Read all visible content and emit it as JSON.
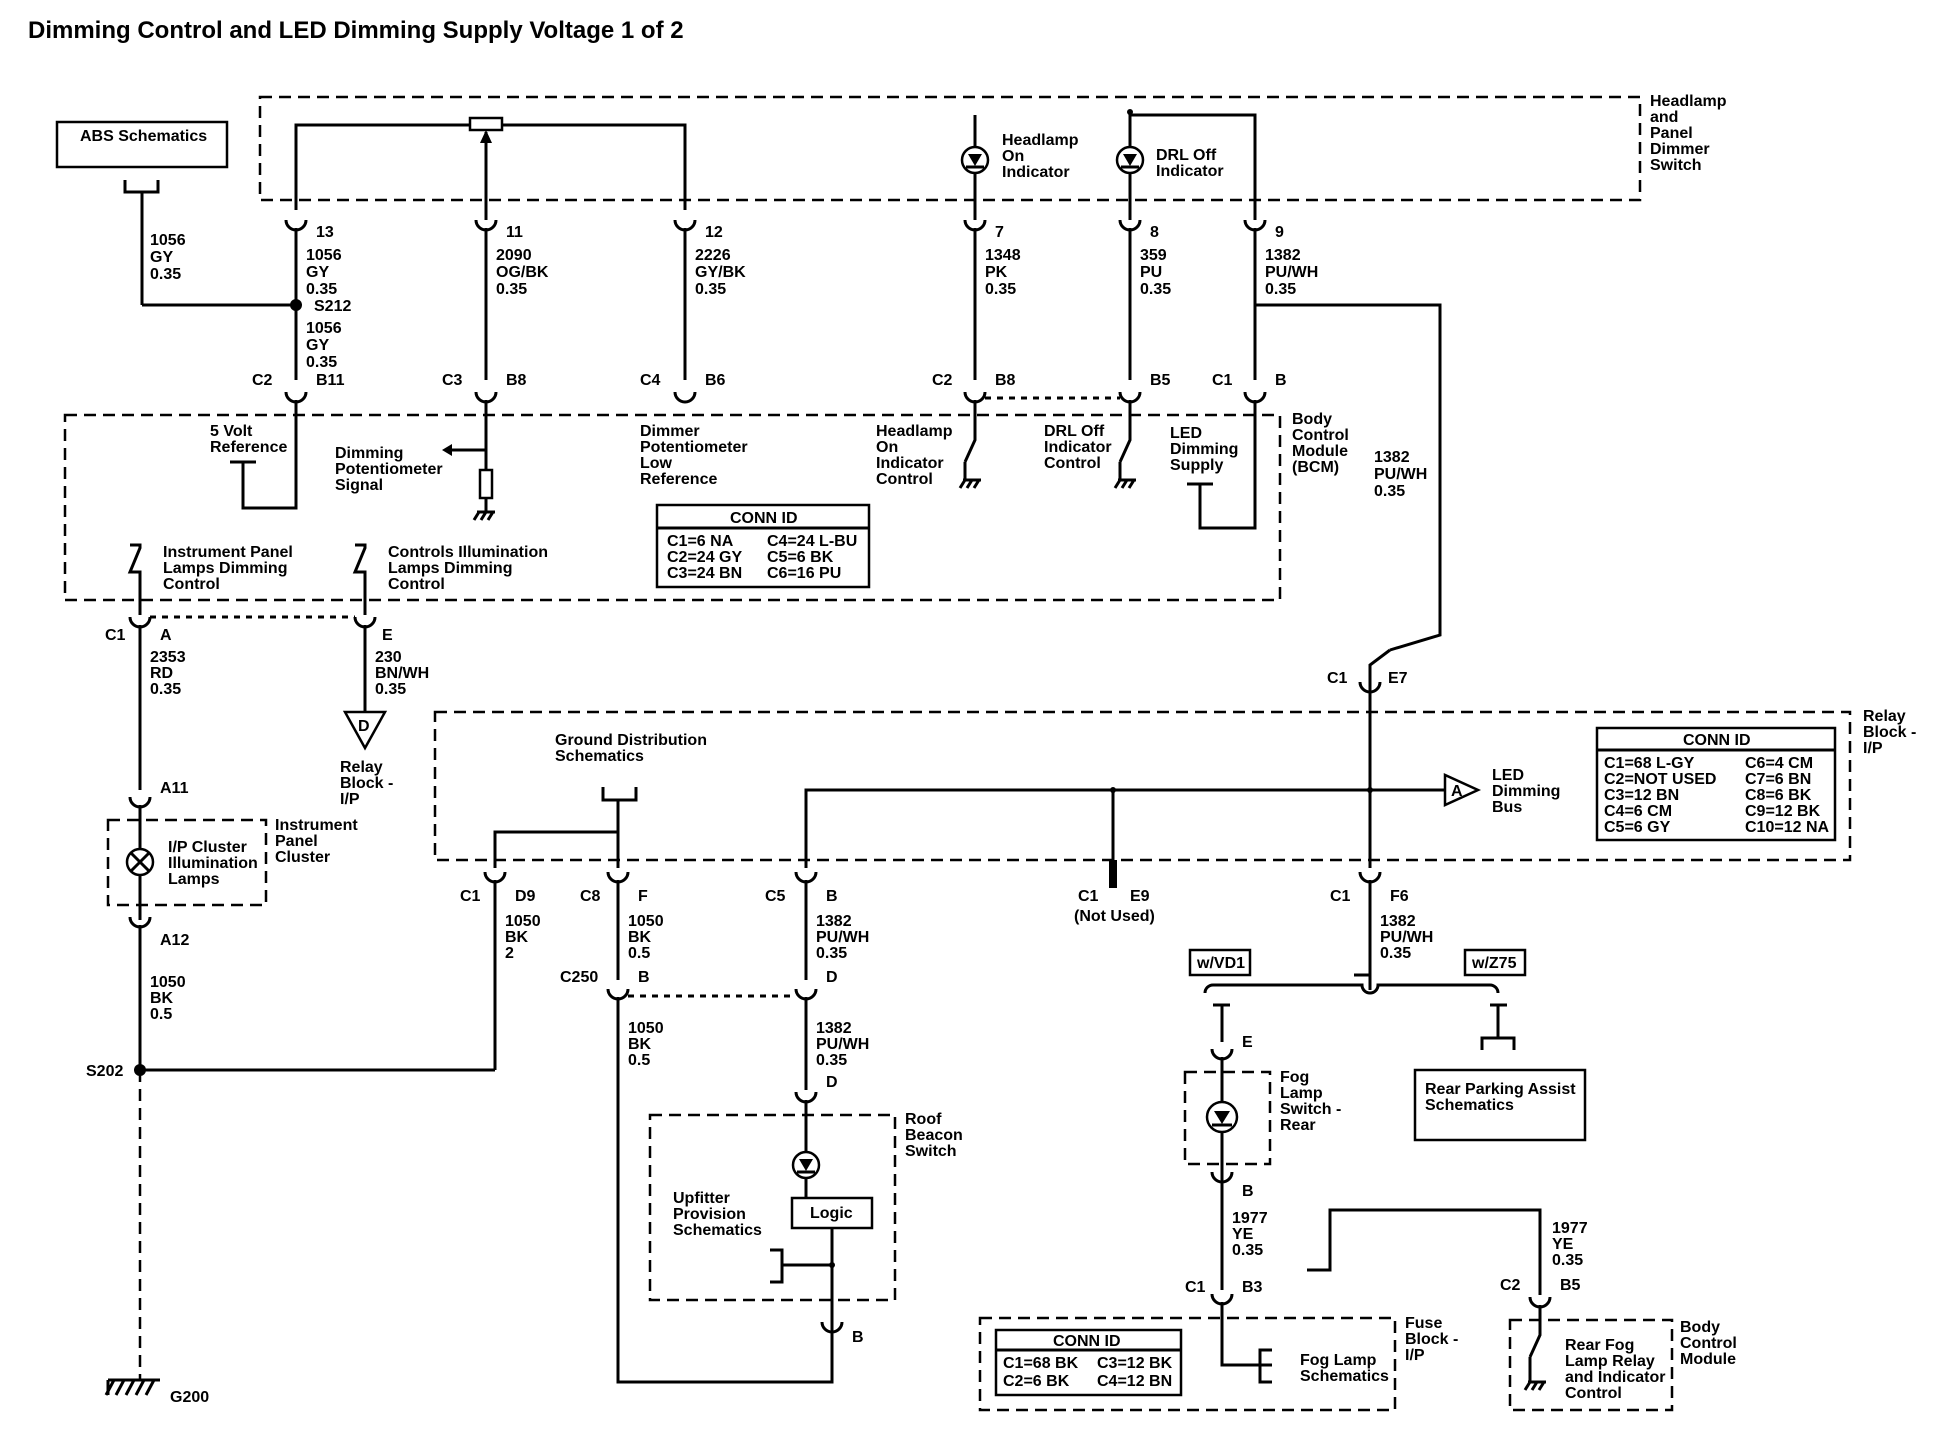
{
  "title": "Dimming Control and LED Dimming Supply Voltage 1 of 2",
  "components": {
    "headlamp_switch": [
      "Headlamp",
      "and",
      "Panel",
      "Dimmer",
      "Switch"
    ],
    "bcm": [
      "Body",
      "Control",
      "Module",
      "(BCM)"
    ],
    "relay_block": [
      "Relay",
      "Block -",
      "I/P"
    ],
    "ip_cluster": [
      "Instrument",
      "Panel",
      "Cluster"
    ],
    "roof_beacon": [
      "Roof",
      "Beacon",
      "Switch"
    ],
    "fuse_block": [
      "Fuse",
      "Block -",
      "I/P"
    ],
    "bcm2": [
      "Body",
      "Control",
      "Module"
    ]
  },
  "labels": {
    "abs": "ABS Schematics",
    "headlamp_on_ind": [
      "Headlamp",
      "On",
      "Indicator"
    ],
    "drl_off_ind": [
      "DRL Off",
      "Indicator"
    ],
    "five_volt": [
      "5 Volt",
      "Reference"
    ],
    "dim_pot_signal": [
      "Dimming",
      "Potentiometer",
      "Signal"
    ],
    "dim_pot_low": [
      "Dimmer",
      "Potentiometer",
      "Low",
      "Reference"
    ],
    "hl_on_ctrl": [
      "Headlamp",
      "On",
      "Indicator",
      "Control"
    ],
    "drl_off_ctrl": [
      "DRL Off",
      "Indicator",
      "Control"
    ],
    "led_dim_supply": [
      "LED",
      "Dimming",
      "Supply"
    ],
    "ip_lamps_ctrl": [
      "Instrument Panel",
      "Lamps Dimming",
      "Control"
    ],
    "ctrl_illum": [
      "Controls Illumination",
      "Lamps Dimming",
      "Control"
    ],
    "relay_block_ip": [
      "Relay",
      "Block -",
      "I/P"
    ],
    "ground_dist": [
      "Ground Distribution",
      "Schematics"
    ],
    "led_bus": [
      "LED",
      "Dimming",
      "Bus"
    ],
    "ip_cluster_lamps": [
      "I/P Cluster",
      "Illumination",
      "Lamps"
    ],
    "not_used": "(Not Used)",
    "upfitter": [
      "Upfitter",
      "Provision",
      "Schematics"
    ],
    "logic": "Logic",
    "wvd1": "w/VD1",
    "wz75": "w/Z75",
    "fog_switch": [
      "Fog",
      "Lamp",
      "Switch -",
      "Rear"
    ],
    "rear_park": [
      "Rear Parking Assist",
      "Schematics"
    ],
    "fog_lamp_sch": [
      "Fog Lamp",
      "Schematics"
    ],
    "rear_fog_relay": [
      "Rear Fog",
      "Lamp Relay",
      "and Indicator",
      "Control"
    ],
    "ground": "G200",
    "s202": "S202",
    "s212": "S212",
    "c250": "C250"
  },
  "conn_ids": {
    "bcm": {
      "title": "CONN ID",
      "rows": [
        [
          "C1=6 NA",
          "C4=24 L-BU"
        ],
        [
          "C2=24 GY",
          "C5=6 BK"
        ],
        [
          "C3=24 BN",
          "C6=16 PU"
        ]
      ]
    },
    "relay": {
      "title": "CONN ID",
      "rows": [
        [
          "C1=68 L-GY",
          "C6=4 CM"
        ],
        [
          "C2=NOT USED",
          "C7=6 BN"
        ],
        [
          "C3=12 BN",
          "C8=6 BK"
        ],
        [
          "C4=6 CM",
          "C9=12 BK"
        ],
        [
          "C5=6 GY",
          "C10=12 NA"
        ]
      ]
    },
    "fuse": {
      "title": "CONN ID",
      "rows": [
        [
          "C1=68 BK",
          "C3=12 BK"
        ],
        [
          "C2=6 BK",
          "C4=12 BN"
        ]
      ]
    }
  },
  "pins": {
    "sw13": "13",
    "sw11": "11",
    "sw12": "12",
    "sw7": "7",
    "sw8": "8",
    "sw9": "9",
    "c2": "C2",
    "b11": "B11",
    "c3": "C3",
    "b8": "B8",
    "c4": "C4",
    "b6": "B6",
    "c2b": "C2",
    "b8b": "B8",
    "b5": "B5",
    "c1": "C1",
    "b": "B",
    "c1a": "C1",
    "a": "A",
    "e": "E",
    "a11": "A11",
    "a12": "A12",
    "c1e7": "C1",
    "e7": "E7",
    "c1d9": "C1",
    "d9": "D9",
    "c8": "C8",
    "f": "F",
    "c5": "C5",
    "b_c5": "B",
    "c1e9": "C1",
    "e9": "E9",
    "c1f6": "C1",
    "f6": "F6",
    "b_c250": "B",
    "d_c250": "D",
    "d_beacon": "D",
    "b_beacon": "B",
    "e_fog": "E",
    "b_fog": "B",
    "c1b3": "C1",
    "b3": "B3",
    "c2b5": "C2",
    "b5b": "B5"
  },
  "wires": {
    "w1056_abs": [
      "1056",
      "GY",
      "0.35"
    ],
    "w13": [
      "1056",
      "GY",
      "0.35"
    ],
    "w13b": [
      "1056",
      "GY",
      "0.35"
    ],
    "w11": [
      "2090",
      "OG/BK",
      "0.35"
    ],
    "w12": [
      "2226",
      "GY/BK",
      "0.35"
    ],
    "w7": [
      "1348",
      "PK",
      "0.35"
    ],
    "w8": [
      "359",
      "PU",
      "0.35"
    ],
    "w9": [
      "1382",
      "PU/WH",
      "0.35"
    ],
    "w9b": [
      "1382",
      "PU/WH",
      "0.35"
    ],
    "w2353": [
      "2353",
      "RD",
      "0.35"
    ],
    "w230": [
      "230",
      "BN/WH",
      "0.35"
    ],
    "w1050a": [
      "1050",
      "BK",
      "0.5"
    ],
    "wd9": [
      "1050",
      "BK",
      "2"
    ],
    "wf": [
      "1050",
      "BK",
      "0.5"
    ],
    "wc250": [
      "1050",
      "BK",
      "0.5"
    ],
    "wc5": [
      "1382",
      "PU/WH",
      "0.35"
    ],
    "wd": [
      "1382",
      "PU/WH",
      "0.35"
    ],
    "wf6": [
      "1382",
      "PU/WH",
      "0.35"
    ],
    "wfog": [
      "1977",
      "YE",
      "0.35"
    ],
    "wb5": [
      "1977",
      "YE",
      "0.35"
    ]
  }
}
